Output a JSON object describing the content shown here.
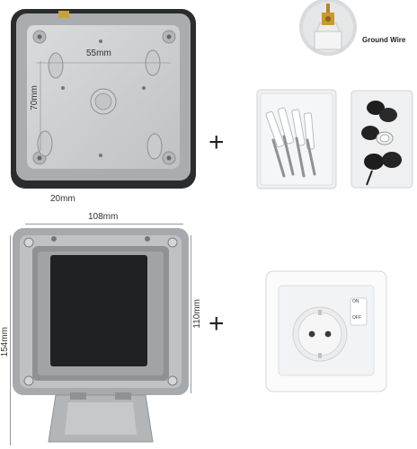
{
  "top_box": {
    "width_inner": "55mm",
    "height_inner": "70mm",
    "depth": "20mm"
  },
  "ground": {
    "label": "Ground Wire"
  },
  "bottom_box": {
    "width": "108mm",
    "height_full": "154mm",
    "height_body": "110mm"
  },
  "socket": {
    "switch_on": "ON",
    "switch_off": "OFF"
  },
  "plus_sign": "+"
}
